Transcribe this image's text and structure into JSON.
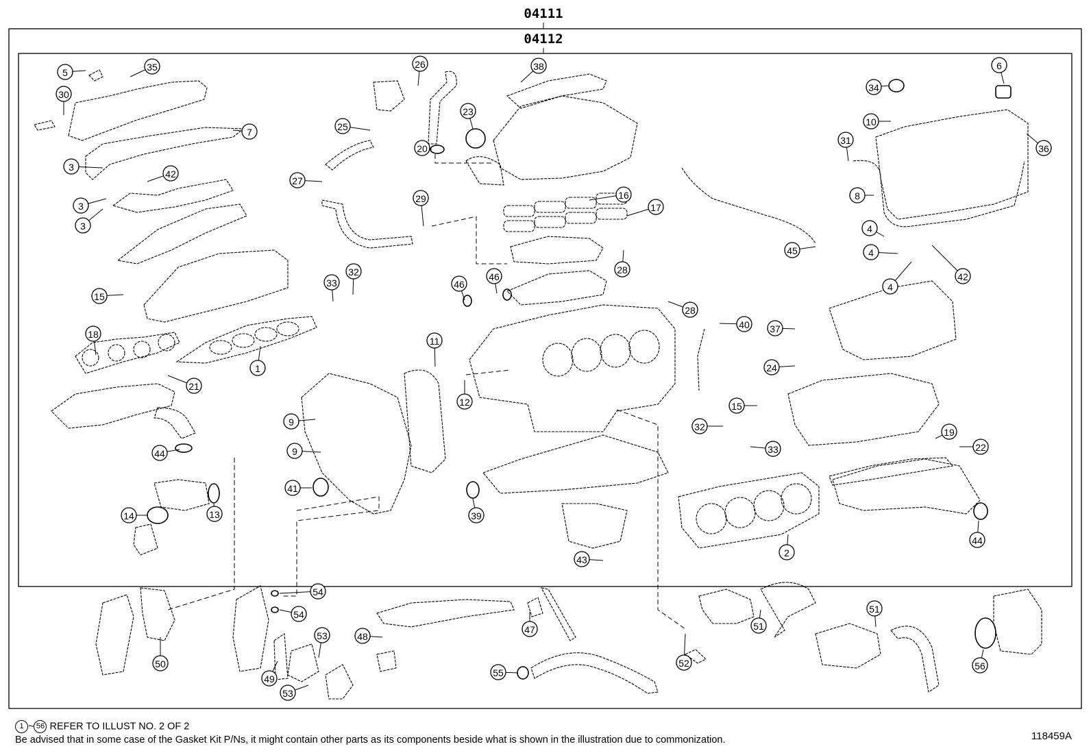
{
  "assembly_codes": {
    "outer": "04111",
    "inner": "04112"
  },
  "illustration_id": "118459A",
  "notes": {
    "range_start": "1",
    "range_sep": "~",
    "range_end": "56",
    "refer_text": "REFER TO ILLUST NO. 2 OF 2",
    "advisory": "Be advised that in some case of the Gasket Kit P/Ns,  it might contain other parts as its components beside what is shown in the illustration due to commonization."
  },
  "callouts": [
    {
      "n": "5"
    },
    {
      "n": "35"
    },
    {
      "n": "30"
    },
    {
      "n": "7"
    },
    {
      "n": "3"
    },
    {
      "n": "42"
    },
    {
      "n": "3"
    },
    {
      "n": "3"
    },
    {
      "n": "15"
    },
    {
      "n": "18"
    },
    {
      "n": "1"
    },
    {
      "n": "21"
    },
    {
      "n": "44"
    },
    {
      "n": "14"
    },
    {
      "n": "13"
    },
    {
      "n": "26"
    },
    {
      "n": "25"
    },
    {
      "n": "20"
    },
    {
      "n": "23"
    },
    {
      "n": "38"
    },
    {
      "n": "27"
    },
    {
      "n": "29"
    },
    {
      "n": "16"
    },
    {
      "n": "17"
    },
    {
      "n": "33"
    },
    {
      "n": "32"
    },
    {
      "n": "46"
    },
    {
      "n": "46"
    },
    {
      "n": "28"
    },
    {
      "n": "28"
    },
    {
      "n": "11"
    },
    {
      "n": "12"
    },
    {
      "n": "9"
    },
    {
      "n": "9"
    },
    {
      "n": "41"
    },
    {
      "n": "39"
    },
    {
      "n": "43"
    },
    {
      "n": "6"
    },
    {
      "n": "34"
    },
    {
      "n": "10"
    },
    {
      "n": "31"
    },
    {
      "n": "36"
    },
    {
      "n": "8"
    },
    {
      "n": "4"
    },
    {
      "n": "4"
    },
    {
      "n": "4"
    },
    {
      "n": "42"
    },
    {
      "n": "45"
    },
    {
      "n": "40"
    },
    {
      "n": "37"
    },
    {
      "n": "24"
    },
    {
      "n": "15"
    },
    {
      "n": "32"
    },
    {
      "n": "33"
    },
    {
      "n": "19"
    },
    {
      "n": "22"
    },
    {
      "n": "2"
    },
    {
      "n": "44"
    },
    {
      "n": "50"
    },
    {
      "n": "54"
    },
    {
      "n": "54"
    },
    {
      "n": "49"
    },
    {
      "n": "53"
    },
    {
      "n": "53"
    },
    {
      "n": "48"
    },
    {
      "n": "47"
    },
    {
      "n": "55"
    },
    {
      "n": "52"
    },
    {
      "n": "51"
    },
    {
      "n": "51"
    },
    {
      "n": "56"
    }
  ]
}
